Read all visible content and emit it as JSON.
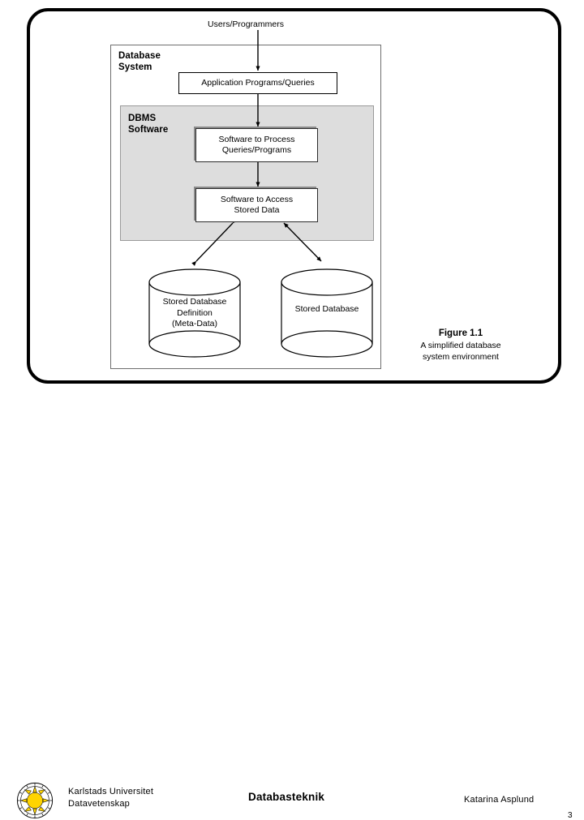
{
  "slide": {
    "page_number": "3"
  },
  "figure": {
    "top_label": "Users/Programmers",
    "database_system_label": "Database\nSystem",
    "dbms_software_label": "DBMS\nSoftware",
    "boxes": [
      {
        "id": "app-programs",
        "label": "Application Programs/Queries"
      },
      {
        "id": "software-process",
        "label": "Software to Process\nQueries/Programs"
      },
      {
        "id": "software-access",
        "label": "Software to Access\nStored Data"
      }
    ],
    "cylinders": [
      {
        "id": "stored-database-definition",
        "label": "Stored Database\nDefinition\n(Meta-Data)"
      },
      {
        "id": "stored-database",
        "label": "Stored Database"
      }
    ],
    "caption_title": "Figure 1.1",
    "caption_subtitle": "A simplified database\nsystem environment",
    "colors": {
      "dbms_fill": "#dddddd",
      "box_fill": "#ffffff",
      "line": "#000000",
      "frame": "#000000"
    }
  },
  "footer": {
    "university_name": "Karlstads Universitet\nDatavetenskap",
    "course_title": "Databasteknik",
    "author": "Katarina Asplund",
    "logo_icon": "karlstad-university-sun-seal-icon",
    "logo_colors": {
      "sun": "#FFD400",
      "ring": "#000000"
    }
  }
}
